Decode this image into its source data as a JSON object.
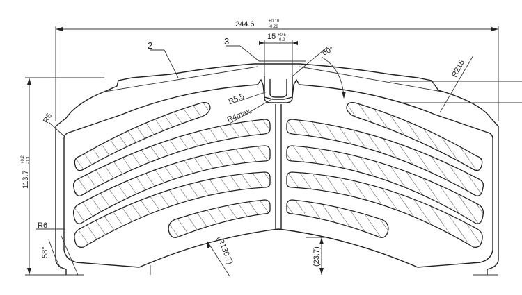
{
  "dimensions": {
    "overall_width": "244.6",
    "overall_width_tol_upper": "+0.10",
    "overall_width_tol_lower": "-0.28",
    "height": "113.7",
    "height_tol_upper": "+0.2",
    "height_tol_lower": "-0.3",
    "slot_width": "15",
    "slot_width_tol_upper": "+0.5",
    "slot_width_tol_lower": "-0.2",
    "angle_top": "60°",
    "angle_left": "58°",
    "radius_large": "R215",
    "radius_5_5": "R5.5",
    "radius_4_max": "R4max.",
    "radius_6_upper": "R6",
    "radius_6_lower": "R6",
    "radius_bottom_arc": "(R130.7)",
    "dim_bottom": "(23.7)"
  },
  "callouts": {
    "item_2": "2",
    "item_3": "3"
  }
}
